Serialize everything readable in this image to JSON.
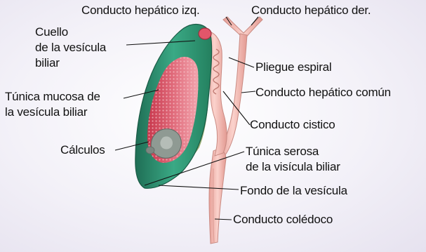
{
  "labels": {
    "conducto_hepatico_izq": "Conducto hepático izq.",
    "conducto_hepatico_der": "Conducto hepático der.",
    "cuello_1": "Cuello",
    "cuello_2": "de la vesícula",
    "cuello_3": "biliar",
    "pliegue_espiral": "Pliegue espiral",
    "tunica_mucosa_1": "Túnica mucosa de",
    "tunica_mucosa_2": "la vesícula biliar",
    "conducto_hepatico_comun": "Conducto hepático común",
    "conducto_cistico": "Conducto cistico",
    "calculos": "Cálculos",
    "tunica_serosa_1": "Túnica serosa",
    "tunica_serosa_2": "de la visícula biliar",
    "fondo_vesicula": "Fondo de la vesícula",
    "conducto_coledoco": "Conducto colédoco"
  },
  "colors": {
    "wall_green": "#2f9a78",
    "wall_dark": "#1f6e55",
    "mucosa_red": "#d94c5f",
    "mucosa_light": "#f1a4ae",
    "duct_pink": "#f2b8b0",
    "duct_edge": "#c98a82",
    "stone_gray": "#8f9a93",
    "leader_line": "#111111"
  }
}
